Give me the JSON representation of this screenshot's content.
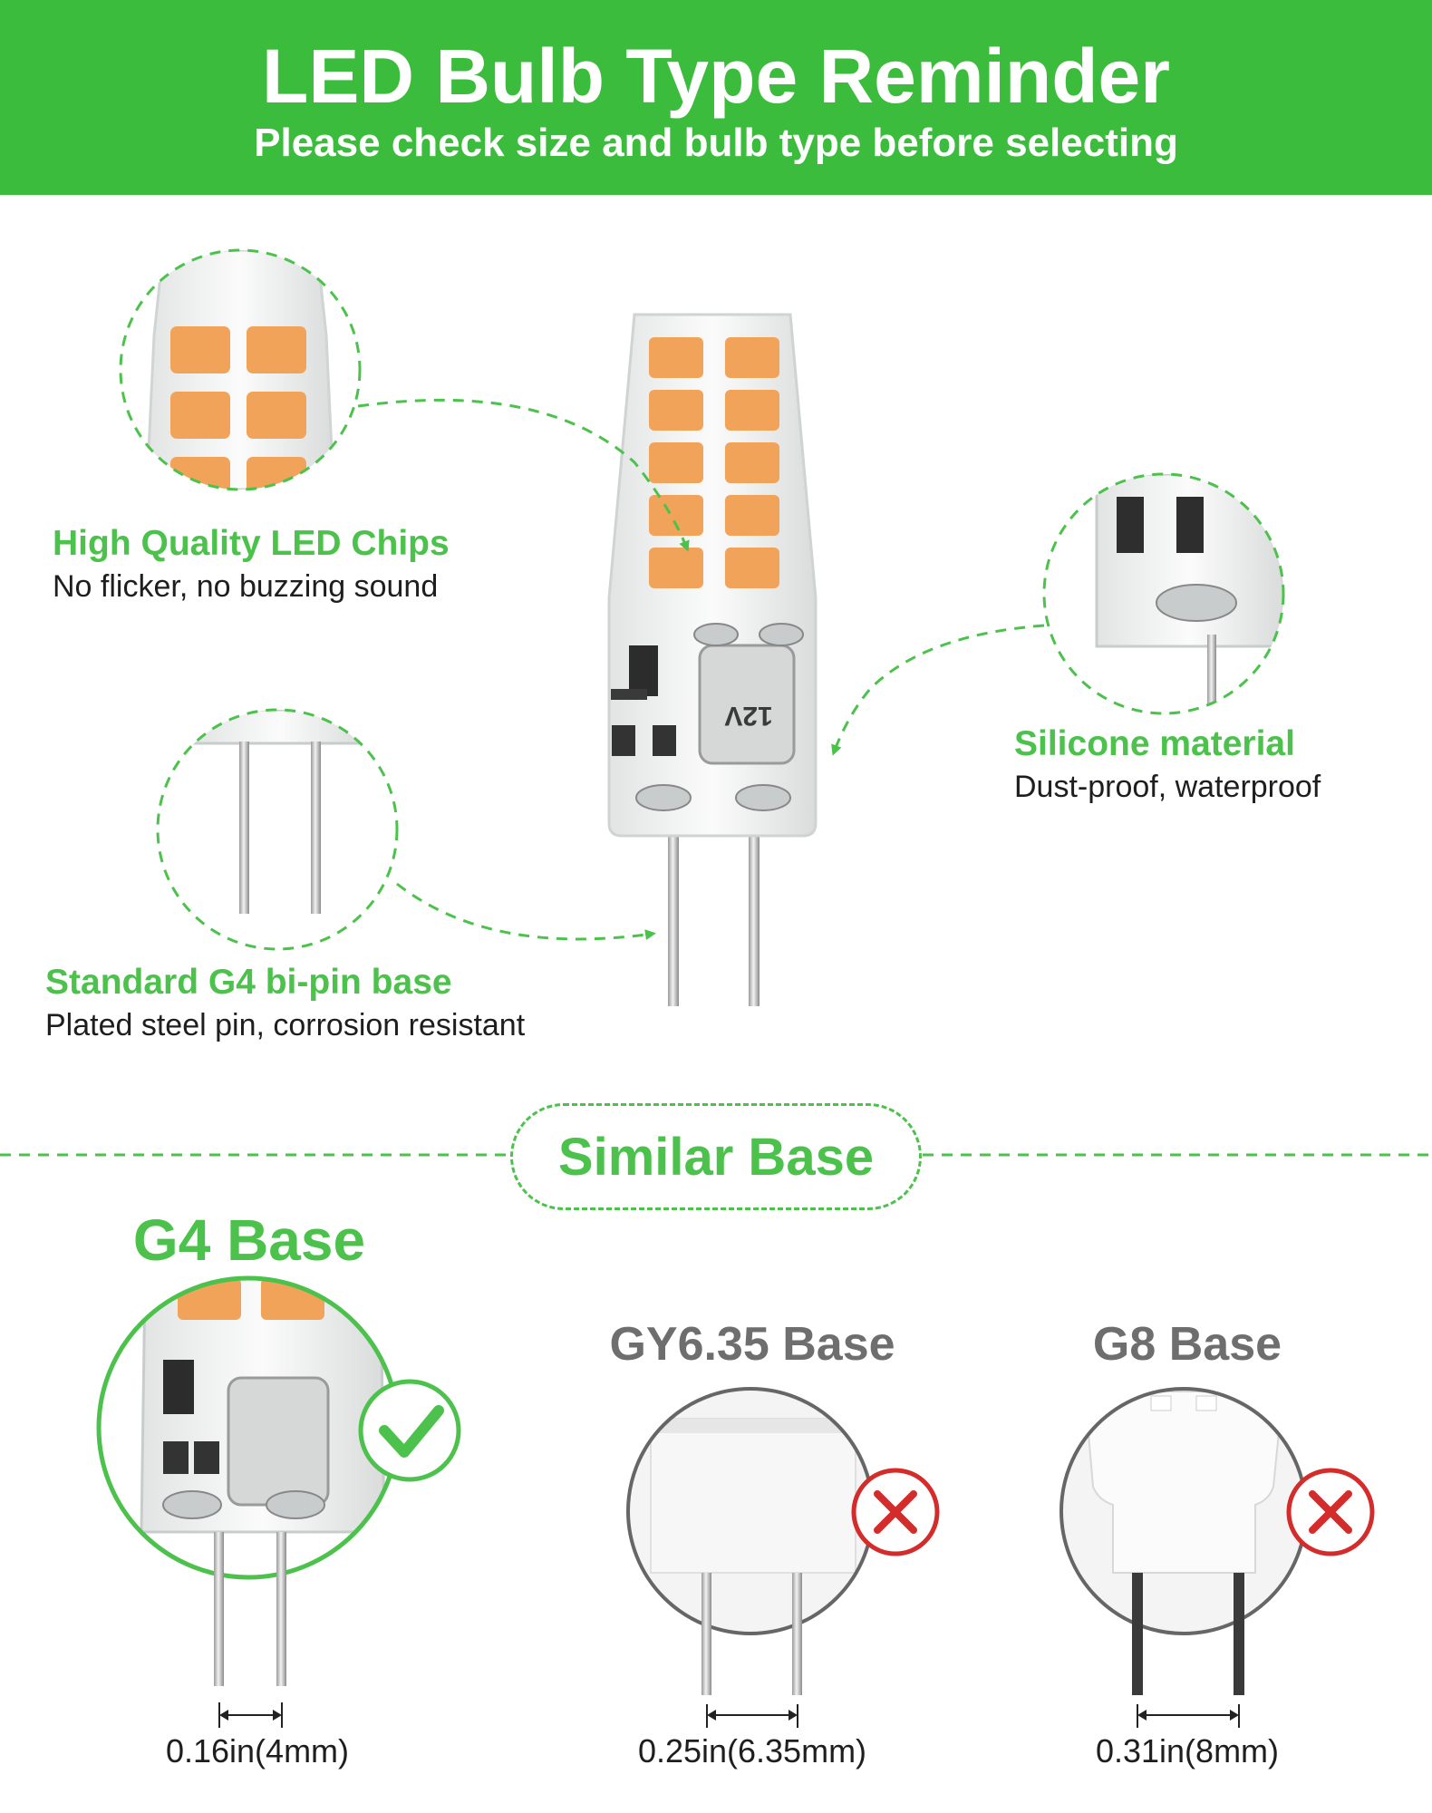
{
  "header": {
    "title": "LED Bulb Type Reminder",
    "subtitle": "Please check size and bulb type before selecting"
  },
  "features": [
    {
      "title": "High Quality LED Chips",
      "description": "No flicker, no buzzing sound"
    },
    {
      "title": "Silicone material",
      "description": "Dust-proof, waterproof"
    },
    {
      "title": "Standard G4 bi-pin base",
      "description": "Plated steel pin, corrosion resistant"
    }
  ],
  "comparison": {
    "section_label": "Similar Base",
    "bases": [
      {
        "name": "G4 Base",
        "pin_spacing": "0.16in(4mm)",
        "status": "compatible",
        "status_icon": "check-icon"
      },
      {
        "name": "GY6.35 Base",
        "pin_spacing": "0.25in(6.35mm)",
        "status": "incompatible",
        "status_icon": "cross-icon"
      },
      {
        "name": "G8 Base",
        "pin_spacing": "0.31in(8mm)",
        "status": "incompatible",
        "status_icon": "cross-icon"
      }
    ]
  },
  "bulb_print": "12V",
  "colors": {
    "accent": "#3cbc3c",
    "accent_text": "#4cc24c",
    "led_chip": "#f2a35a",
    "reject": "#d42b2b",
    "muted_text": "#6e6e6e"
  }
}
